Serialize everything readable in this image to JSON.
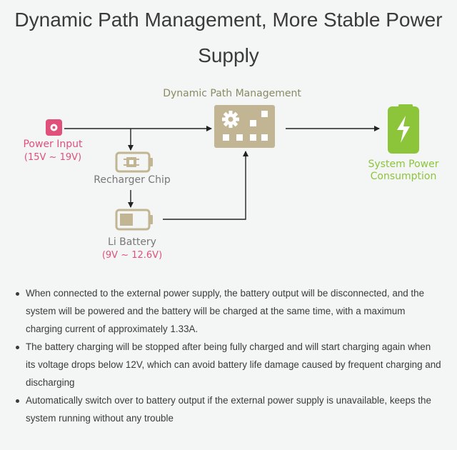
{
  "title": {
    "line1": "Dynamic Path Management, More Stable Power",
    "line2": "Supply"
  },
  "diagram": {
    "dpm_label": "Dynamic Path Management",
    "power_input": {
      "name": "Power Input",
      "range": "(15V ~ 19V)"
    },
    "recharger_chip": {
      "name": "Recharger Chip"
    },
    "li_battery": {
      "name": "Li Battery",
      "range": "(9V ~ 12.6V)"
    },
    "system_power": {
      "line1": "System Power",
      "line2": "Consumption"
    },
    "icons": [
      "power-plug-icon",
      "chip-icon",
      "battery-icon",
      "gear-icon",
      "charging-battery-icon"
    ]
  },
  "bullets": [
    "When connected to the external power supply, the battery output will be disconnected, and the system will be powered and the battery will be charged at the same time, with a maximum charging current of approximately 1.33A.",
    "The battery charging will be stopped after being fully charged and will start charging again when its voltage drops below 12V, which can avoid battery life damage caused by frequent charging and discharging",
    "Automatically switch over to battery output if the external power supply is unavailable, keeps the system running without any trouble"
  ],
  "colors": {
    "pink": "#e0507a",
    "olive_tan": "#c2b593",
    "green": "#8cc43a",
    "label_gray": "#777777"
  }
}
